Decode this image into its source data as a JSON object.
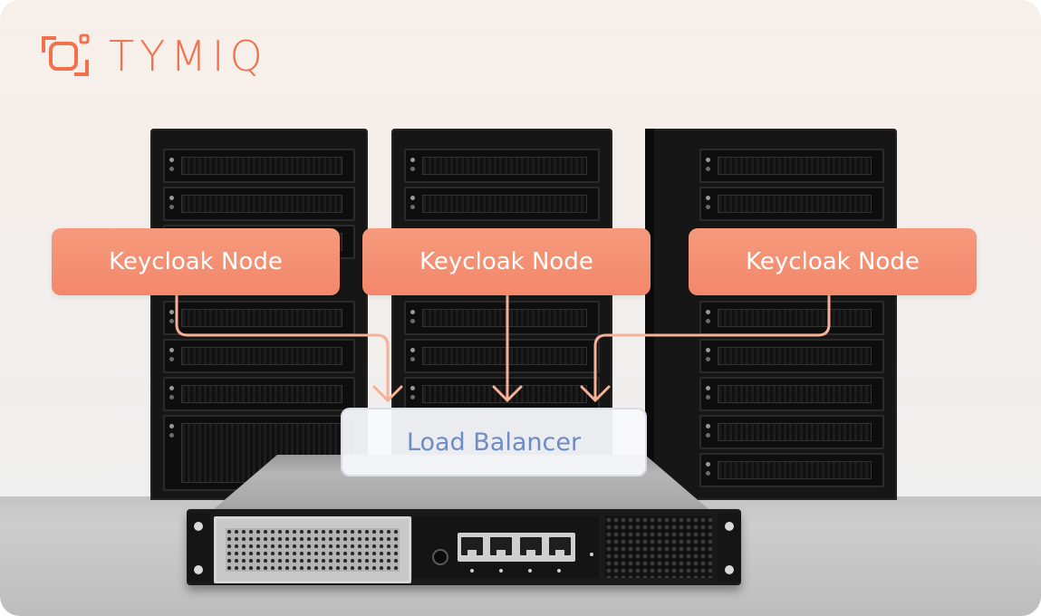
{
  "brand": {
    "logo_text": "TYMIQ",
    "logo_icon": "tymiq-logo-icon",
    "accent_color": "#f0714b"
  },
  "diagram": {
    "nodes": [
      {
        "label": "Keycloak Node"
      },
      {
        "label": "Keycloak Node"
      },
      {
        "label": "Keycloak Node"
      }
    ],
    "target": {
      "label": "Load Balancer"
    },
    "edges": [
      {
        "from": 0,
        "to": "target"
      },
      {
        "from": 1,
        "to": "target"
      },
      {
        "from": 2,
        "to": "target"
      }
    ],
    "colors": {
      "node_fill": "#f4876a",
      "node_text": "#ffffff",
      "connector": "#f7b196",
      "target_fill": "#f6f8fc",
      "target_text": "#6d8cc4"
    }
  }
}
